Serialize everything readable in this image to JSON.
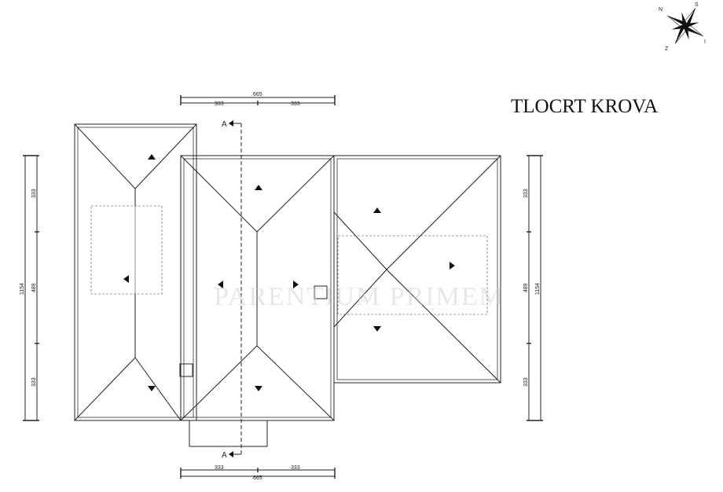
{
  "title": "TLOCRT KROVA",
  "compass": {
    "labels": [
      "N",
      "S",
      "I",
      "Z"
    ]
  },
  "section_marker": "A",
  "dimensions": {
    "top_total": "665",
    "top_parts": [
      "333",
      "333"
    ],
    "bottom_total": "665",
    "bottom_parts": [
      "333",
      "333"
    ],
    "left_total": "1154",
    "left_parts": [
      "333",
      "489",
      "333"
    ],
    "right_total": "1154",
    "right_parts": [
      "333",
      "489",
      "333"
    ]
  },
  "watermark": "PARENTIUM PRIMEM"
}
